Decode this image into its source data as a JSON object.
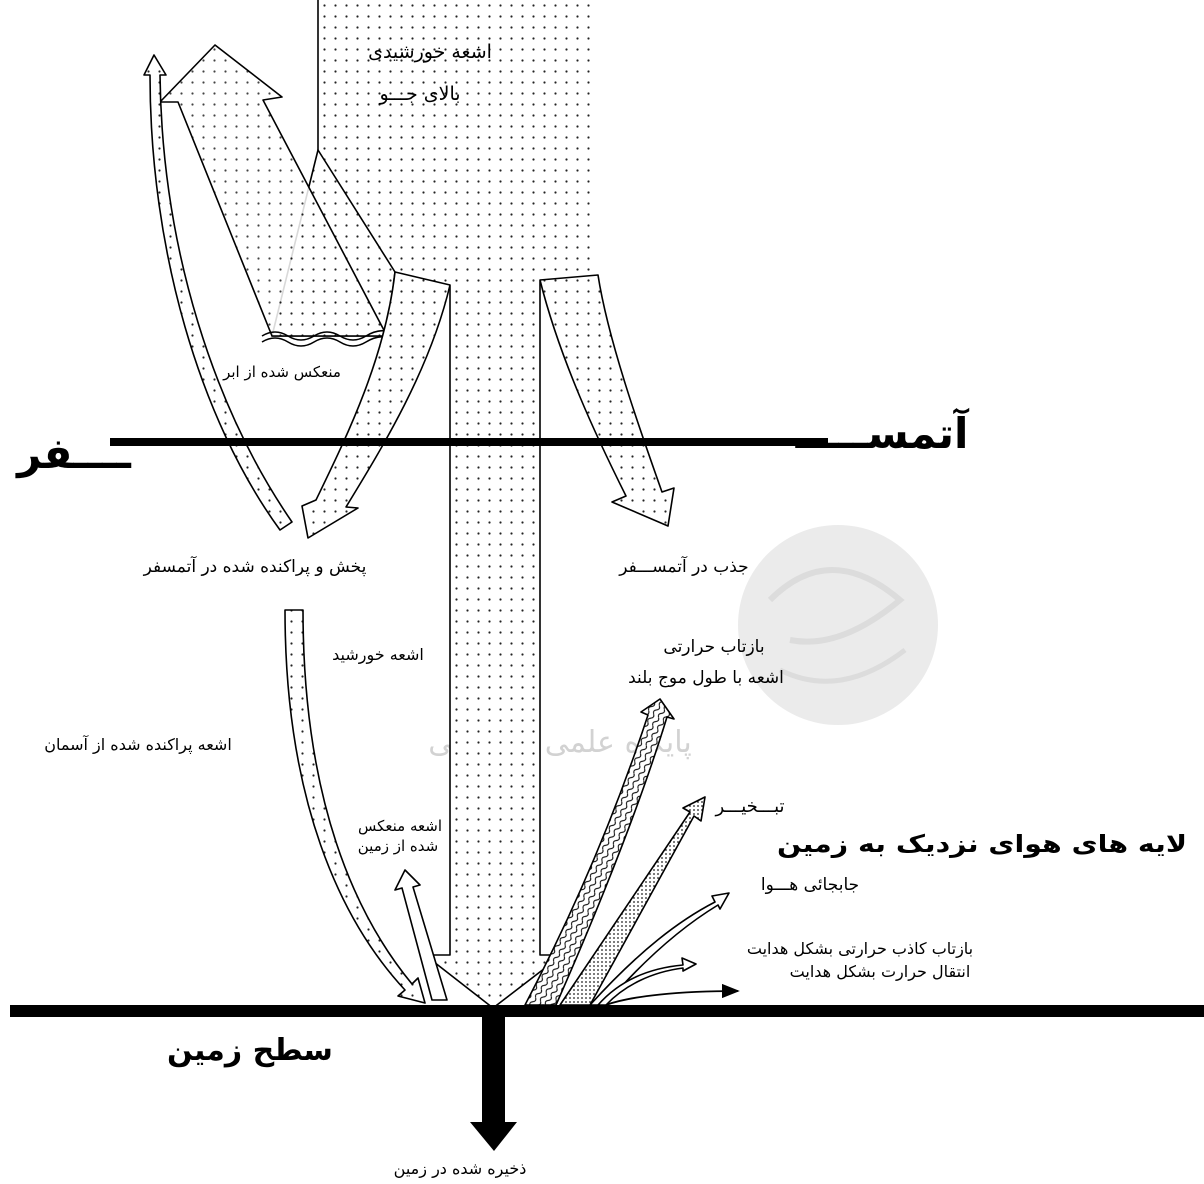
{
  "diagram": {
    "top_label_line1": "اشعه خورشیدی",
    "top_label_line2": "بالای جـــو",
    "cloud_reflection": "منعکس شده از ابر",
    "atmosphere_right": "آتمســـــ",
    "atmosphere_left": "ــــفر",
    "scattered_in_atmosphere": "پخش و پراکنده شده در آتمسفر",
    "absorbed_in_atmosphere": "جذب در آتمســـفر",
    "thermal_reflection": "بازتاب حرارتی",
    "long_wave": "اشعه با طول موج بلند",
    "solar_radiation": "اشعه خورشید",
    "sky_scattered": "اشعه پراکنده شده از آسمان",
    "ground_reflected_line1": "اشعه منعکس",
    "ground_reflected_line2": "شده از زمین",
    "evaporation": "تبـــخیـــر",
    "near_ground_air": "لایه های هوای نزدیک به زمین",
    "convection": "جابجائی هـــوا",
    "false_reflection": "بازتاب کاذب حرارتی بشکل هدایت",
    "conduction": "انتقال حرارت بشکل هدایت",
    "ground_surface": "سطح زمین",
    "stored_in_ground": "ذخیره شده در زمین"
  },
  "watermark": {
    "text": "پایگاه علمی پژوهشی"
  },
  "colors": {
    "ink": "#000000",
    "background": "#ffffff",
    "watermark": "#d2d2d2"
  }
}
